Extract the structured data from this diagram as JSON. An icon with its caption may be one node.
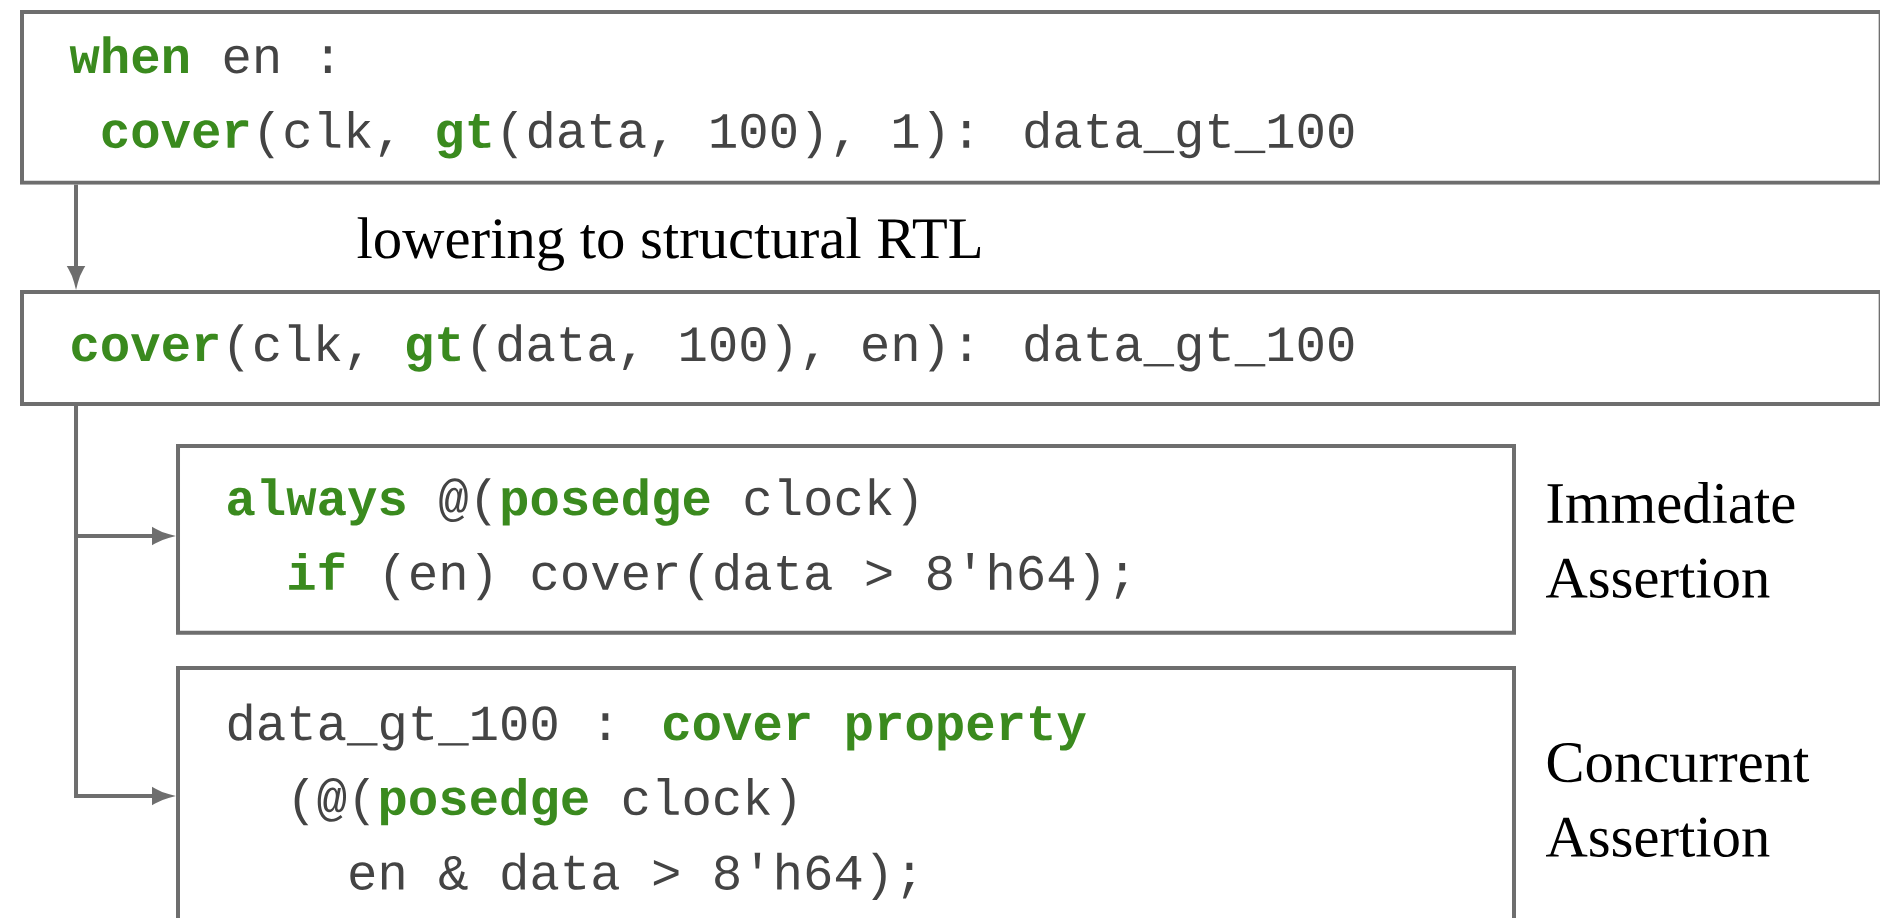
{
  "diagram": {
    "nodes": [
      {
        "text": [
          "**when** en :",
          "**cover**(clk, **gt**(data, 100), 1): data_gt_100"
        ]
      },
      {
        "text": [
          "**cover**(clk, **gt**(data, 100), en): data_gt_100"
        ]
      },
      {
        "text": [
          "**always** @(**posedge** clock)",
          "**if** (en) cover(data > 8'h64);"
        ],
        "beside": [
          "Immediate Assertion"
        ]
      },
      {
        "text": [
          "data_gt_100 : **cover property**",
          "(@(**posedge** clock)",
          "en & data > 8'h64);"
        ],
        "beside": [
          "Concurrent Assertion"
        ]
      }
    ],
    "edges": [
      {
        "from": 0,
        "to": 1,
        "arrow": "to",
        "label": "lowering to structural RTL"
      },
      {
        "from": 1,
        "to": 2,
        "arrow": "to"
      },
      {
        "from": 1,
        "to": 3,
        "arrow": "to"
      }
    ]
  }
}
